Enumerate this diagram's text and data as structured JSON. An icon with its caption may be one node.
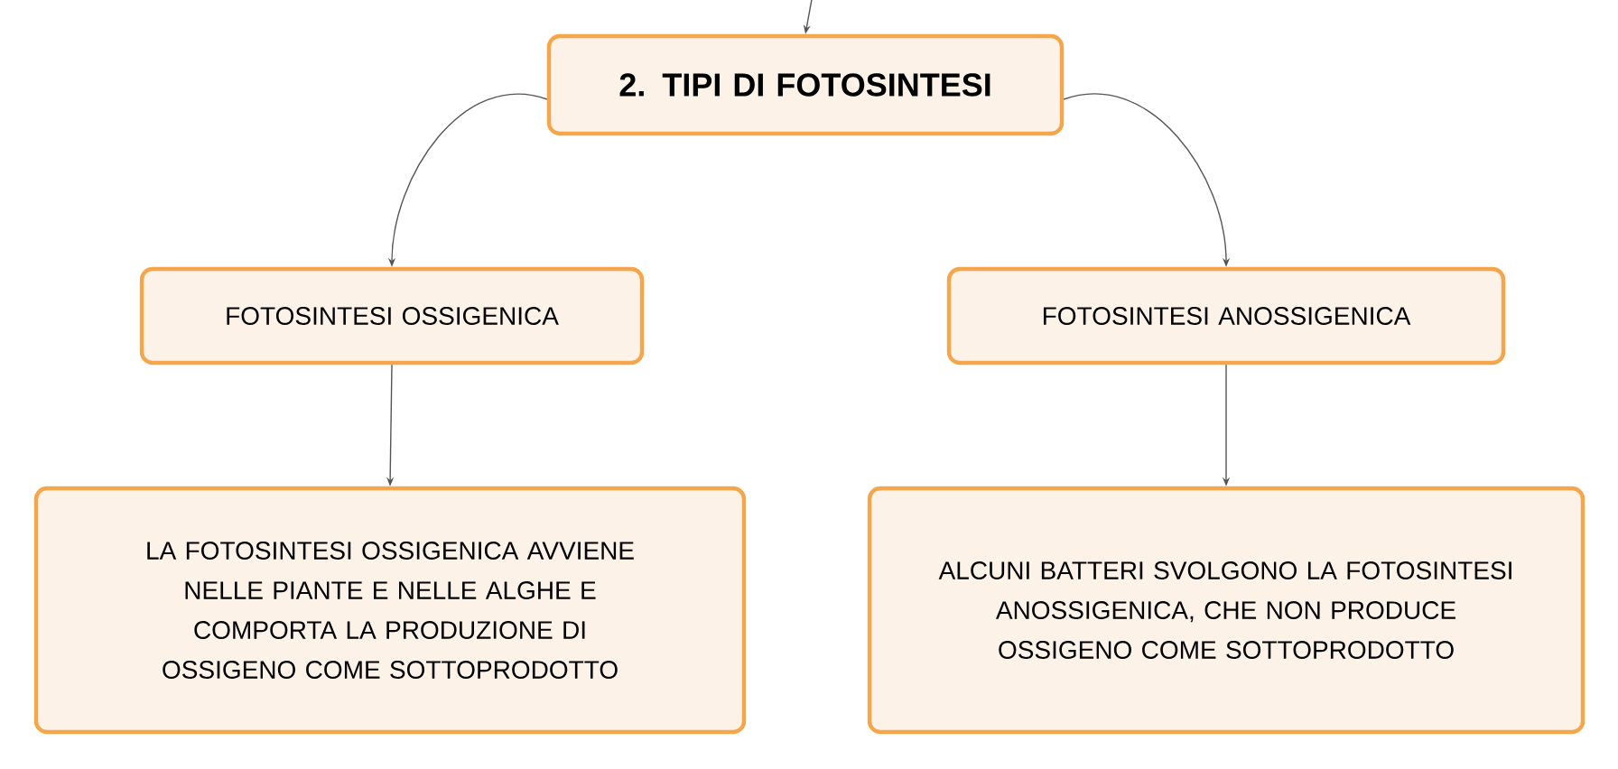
{
  "diagram": {
    "nodes": [
      {
        "text": [
          "2. TIPI DI FOTOSINTESI"
        ]
      },
      {
        "text": [
          "FOTOSINTESI OSSIGENICA"
        ]
      },
      {
        "text": [
          "FOTOSINTESI ANOSSIGENICA"
        ]
      },
      {
        "text": [
          "LA FOTOSINTESI OSSIGENICA AVVIENE NELLE PIANTE E NELLE ALGHE E COMPORTA LA PRODUZIONE DI OSSIGENO COME SOTTOPRODOTTO"
        ]
      },
      {
        "text": [
          "ALCUNI BATTERI SVOLGONO LA FOTOSINTESI ANOSSIGENICA, CHE NON PRODUCE OSSIGENO COME SOTTOPRODOTTO"
        ]
      }
    ],
    "edges": [
      {
        "from": null,
        "to": 0,
        "arrow": "to"
      },
      {
        "from": 0,
        "to": 1,
        "arrow": "to"
      },
      {
        "from": 0,
        "to": 2,
        "arrow": "to"
      },
      {
        "from": 1,
        "to": 3,
        "arrow": "to"
      },
      {
        "from": 2,
        "to": 4,
        "arrow": "to"
      }
    ]
  }
}
